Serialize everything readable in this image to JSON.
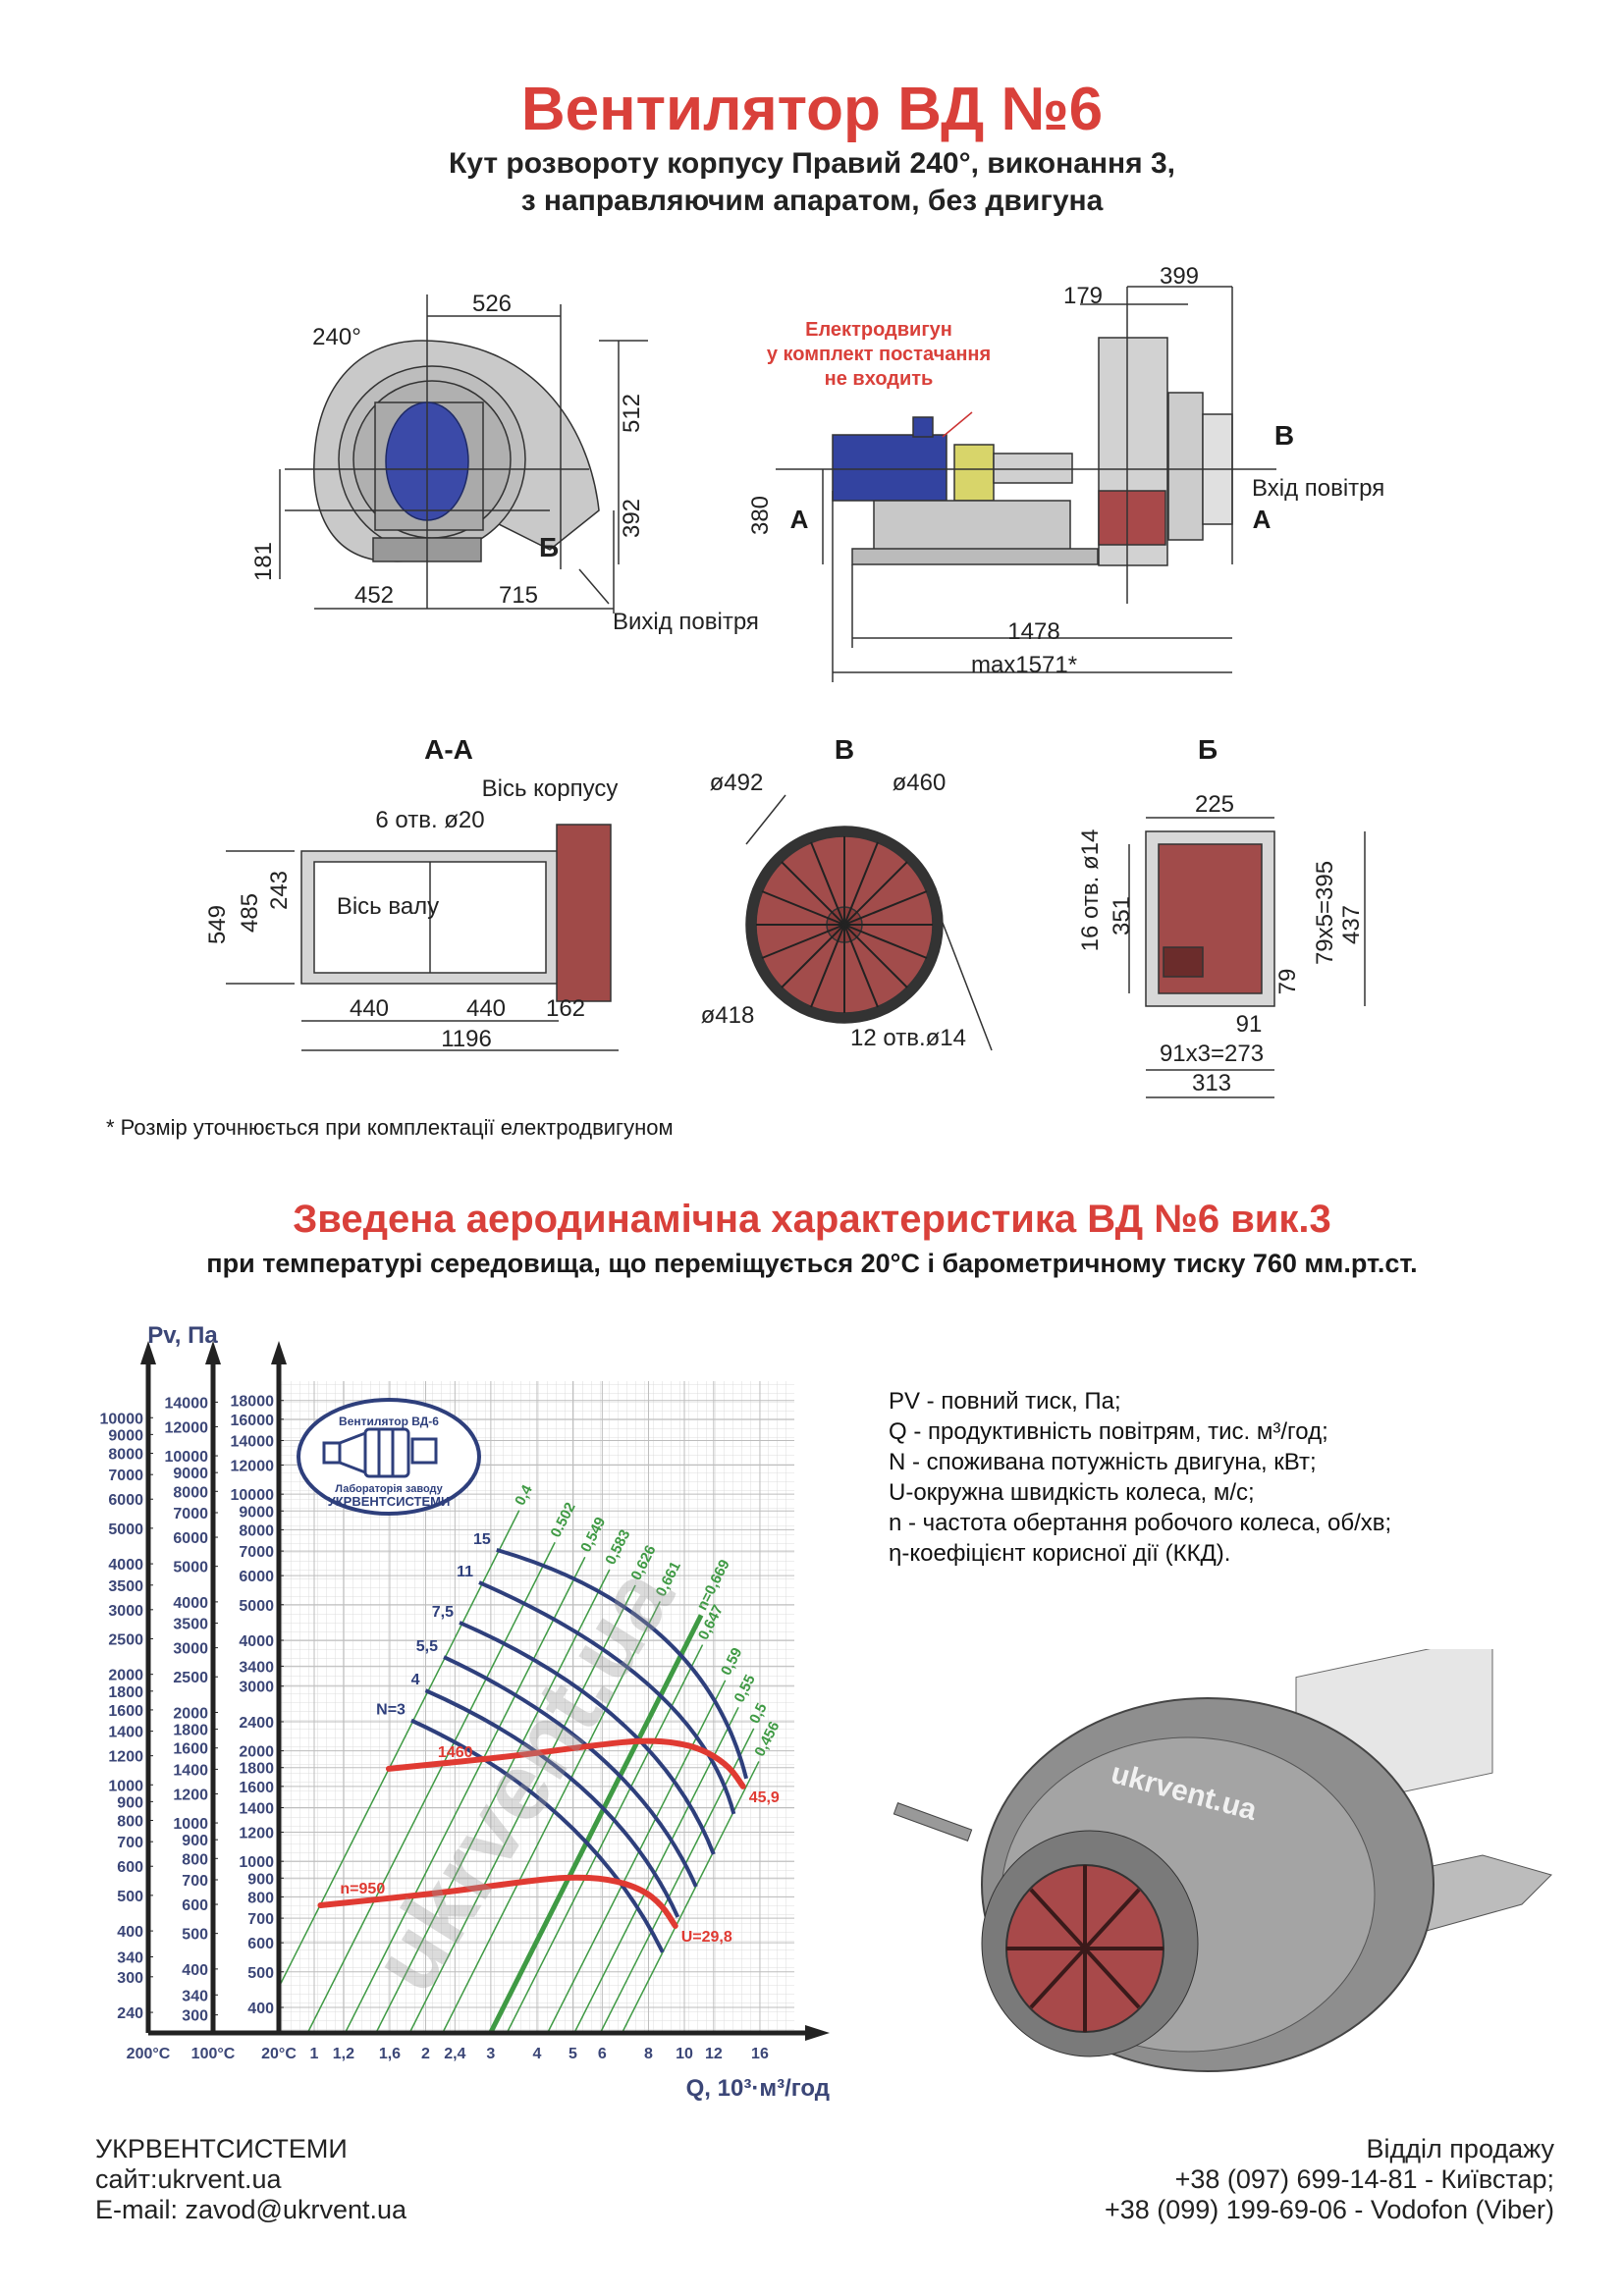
{
  "header": {
    "title": "Вентилятор  ВД №6",
    "subtitle_line1": "Кут розвороту корпусу Правий 240°, виконання 3,",
    "subtitle_line2": "з направляючим апаратом, без двигуна"
  },
  "front_view": {
    "angle": "240°",
    "dims": {
      "d526": "526",
      "d512": "512",
      "d392": "392",
      "d181": "181",
      "d452": "452",
      "d715": "715"
    },
    "section_mark": "Б",
    "outlet": "Вихід повітря"
  },
  "side_view": {
    "motor_note": [
      "Електродвигун",
      "у комплект постачання",
      "не входить"
    ],
    "dims": {
      "d179": "179",
      "d399": "399",
      "d380": "380",
      "d1478": "1478",
      "dmax": "max1571*"
    },
    "mark_b": "В",
    "mark_a_left": "А",
    "mark_a_right": "А",
    "inlet": "Вхід повітря"
  },
  "section_aa": {
    "title": "А-А",
    "axis_housing": "Вісь корпусу",
    "holes": "6 отв. ø20",
    "axis_shaft": "Вісь валу",
    "d243": "243",
    "d485": "485",
    "d549": "549",
    "d440a": "440",
    "d440b": "440",
    "d162": "162",
    "d1196": "1196"
  },
  "section_b": {
    "title": "В",
    "d492": "ø492",
    "d460": "ø460",
    "d418": "ø418",
    "holes": "12 отв.ø14"
  },
  "section_bb": {
    "title": "Б",
    "d225": "225",
    "holes": "16 отв. ø14",
    "d351": "351",
    "d395": "79х5=395",
    "d437": "437",
    "d79": "79",
    "d91": "91",
    "d273": "91х3=273",
    "d313": "313"
  },
  "footnote": "* Розмір уточнюється при комплектації електродвигуном",
  "watermark": "ukrvent.ua",
  "chart_section": {
    "title": "Зведена аеродинамічна характеристика ВД №6 вик.3",
    "subtitle": "при температурі середовища, що переміщується 20°С і барометричному тиску 760 мм.рт.ст."
  },
  "legend": [
    "PV - повний тиск, Па;",
    "Q - продуктивність повітрям, тис. м³/год;",
    "N - споживана потужність двигуна, кВт;",
    "U-окружна швидкість колеса, м/с;",
    "n - частота обертання робочого колеса, об/хв;",
    "η-коефіцієнт корисної дії (ККД)."
  ],
  "logo_stamp": {
    "top": "Вентилятор ВД-6",
    "bottom1": "Лабораторія заводу",
    "bottom2": "УКРВЕНТСИСТЕМИ"
  },
  "chart_data": {
    "type": "line",
    "title": "Зведена аеродинамічна характеристика ВД №6 вик.3",
    "ylabel": "Pv, Па",
    "xlabel": "Q, 10³·м³/год",
    "xscale": "log",
    "yscale": "log",
    "xlim": [
      0.8,
      20
    ],
    "ylim": [
      330,
      20000
    ],
    "grid": true,
    "x_ticks": [
      "1",
      "1,2",
      "1,6",
      "2",
      "2,4",
      "3",
      "4",
      "5",
      "6",
      "8",
      "10",
      "12",
      "16"
    ],
    "x_tick_values": [
      1,
      1.2,
      1.6,
      2,
      2.4,
      3,
      4,
      5,
      6,
      8,
      10,
      12,
      16
    ],
    "temp_axes": [
      {
        "label": "200°C",
        "density_ratio": 0.619,
        "ticks": [
          240,
          300,
          340,
          400,
          500,
          600,
          700,
          800,
          900,
          1000,
          1200,
          1400,
          1600,
          1800,
          2000,
          2500,
          3000,
          3500,
          4000,
          5000,
          6000,
          7000,
          8000,
          9000,
          10000
        ]
      },
      {
        "label": "100°C",
        "density_ratio": 0.786,
        "ticks": [
          300,
          340,
          400,
          500,
          600,
          700,
          800,
          900,
          1000,
          1200,
          1400,
          1600,
          1800,
          2000,
          2500,
          3000,
          3500,
          4000,
          5000,
          6000,
          7000,
          8000,
          9000,
          10000,
          12000,
          14000
        ]
      },
      {
        "label": "20°C",
        "density_ratio": 1.0,
        "ticks": [
          400,
          500,
          600,
          700,
          800,
          900,
          1000,
          1200,
          1400,
          1600,
          1800,
          2000,
          2400,
          3000,
          3400,
          4000,
          5000,
          6000,
          7000,
          8000,
          9000,
          10000,
          12000,
          14000,
          16000,
          18000
        ]
      }
    ],
    "speed_curves": [
      {
        "label": "1460",
        "end_label": "45,9",
        "points": [
          [
            1.59,
            1787
          ],
          [
            3.41,
            1930
          ],
          [
            5.5,
            2060
          ],
          [
            7.7,
            2140
          ],
          [
            9.8,
            2100
          ],
          [
            11.6,
            1984
          ],
          [
            13.3,
            1800
          ],
          [
            14.4,
            1600
          ]
        ]
      },
      {
        "label": "n=950",
        "end_label": "U=29,8",
        "points": [
          [
            1.04,
            759
          ],
          [
            2.2,
            820
          ],
          [
            3.5,
            875
          ],
          [
            4.83,
            908
          ],
          [
            6.3,
            895
          ],
          [
            7.7,
            838
          ],
          [
            8.7,
            760
          ],
          [
            9.45,
            667
          ]
        ]
      }
    ],
    "power_curves": [
      {
        "label": "N=3",
        "points": [
          [
            1.83,
            2420
          ],
          [
            4.69,
            1305
          ],
          [
            8.74,
            565
          ]
        ]
      },
      {
        "label": "4",
        "points": [
          [
            2.0,
            2920
          ],
          [
            5.3,
            1580
          ],
          [
            9.6,
            705
          ]
        ]
      },
      {
        "label": "5,5",
        "points": [
          [
            2.24,
            3600
          ],
          [
            6.0,
            1900
          ],
          [
            10.75,
            853
          ]
        ]
      },
      {
        "label": "7,5",
        "points": [
          [
            2.47,
            4470
          ],
          [
            6.8,
            2370
          ],
          [
            12.0,
            1045
          ]
        ]
      },
      {
        "label": "11",
        "points": [
          [
            2.79,
            5750
          ],
          [
            8.2,
            2960
          ],
          [
            13.6,
            1346
          ]
        ]
      },
      {
        "label": "15",
        "points": [
          [
            3.11,
            7050
          ],
          [
            8.74,
            4080
          ],
          [
            14.7,
            1680
          ]
        ]
      }
    ],
    "efficiency_lines": [
      {
        "label": "0,4",
        "coef": 705,
        "q_top": 3.58
      },
      {
        "label": "0.502",
        "coef": 370,
        "q_top": 4.47
      },
      {
        "label": "0,549",
        "coef": 232,
        "q_top": 5.39
      },
      {
        "label": "0,583",
        "coef": 158,
        "q_top": 6.28
      },
      {
        "label": "0,626",
        "coef": 104,
        "q_top": 7.37
      },
      {
        "label": "0,661",
        "coef": 69,
        "q_top": 8.6
      },
      {
        "label": "n=0,669",
        "coef": 38,
        "q_top": 11.1,
        "optimal": true
      },
      {
        "label": "0,647",
        "coef": 31,
        "q_top": 11.2
      },
      {
        "label": "0,59",
        "coef": 18.7,
        "q_top": 12.9
      },
      {
        "label": "0,55",
        "coef": 13.4,
        "q_top": 14.0
      },
      {
        "label": "0,5",
        "coef": 9.7,
        "q_top": 15.4
      },
      {
        "label": "0,456",
        "coef": 7.4,
        "q_top": 15.9
      }
    ],
    "colors": {
      "axis_text": "#3b4677",
      "power": "#2e3f7c",
      "speed": "#e03a32",
      "efficiency": "#3f9a44"
    }
  },
  "footer": {
    "company": "УКРВЕНТСИСТЕМИ",
    "site": "сайт:ukrvent.ua",
    "email": "E-mail: zavod@ukrvent.ua",
    "sales": "Відділ продажу",
    "phone1": "+38 (097) 699-14-81 - Київстар;",
    "phone2": "+38 (099) 199-69-06 - Vodofon (Viber)"
  }
}
